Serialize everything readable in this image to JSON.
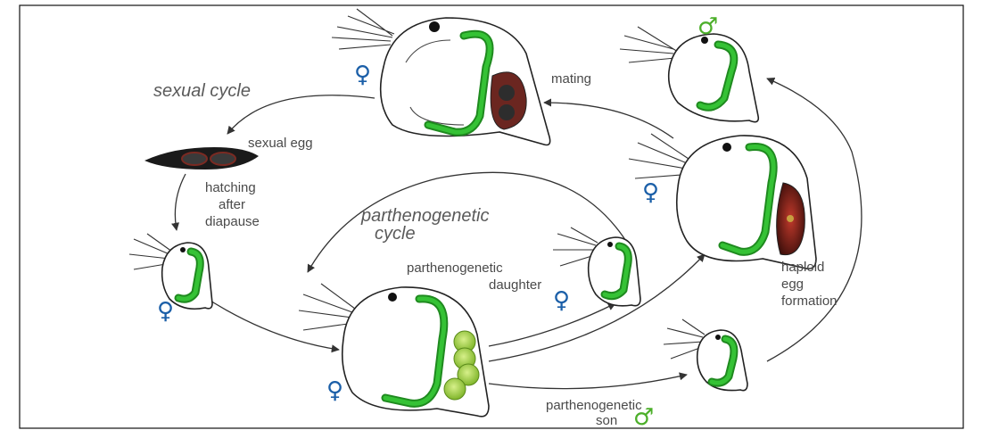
{
  "labels": {
    "sexual_cycle": "sexual cycle",
    "parthenogenetic_cycle_line1": "parthenogenetic",
    "parthenogenetic_cycle_line2": "cycle",
    "sexual_egg": "sexual egg",
    "hatching_line1": "hatching",
    "hatching_line2": "after",
    "hatching_line3": "diapause",
    "mating": "mating",
    "parthenogenetic_daughter_line1": "parthenogenetic",
    "parthenogenetic_daughter_line2": "daughter",
    "haploid_line1": "haploid",
    "haploid_line2": "egg",
    "haploid_line3": "formation",
    "parthenogenetic_son_line1": "parthenogenetic",
    "parthenogenetic_son_line2": "son"
  },
  "symbols": {
    "female": "♀",
    "male": "♂"
  },
  "colors": {
    "female_symbol": "#1b5fa8",
    "male_symbol": "#4caf2a",
    "gut": "#35c235",
    "egg_sexual": "#7a2a22",
    "egg_parthenogenetic": "#a8d64a"
  }
}
